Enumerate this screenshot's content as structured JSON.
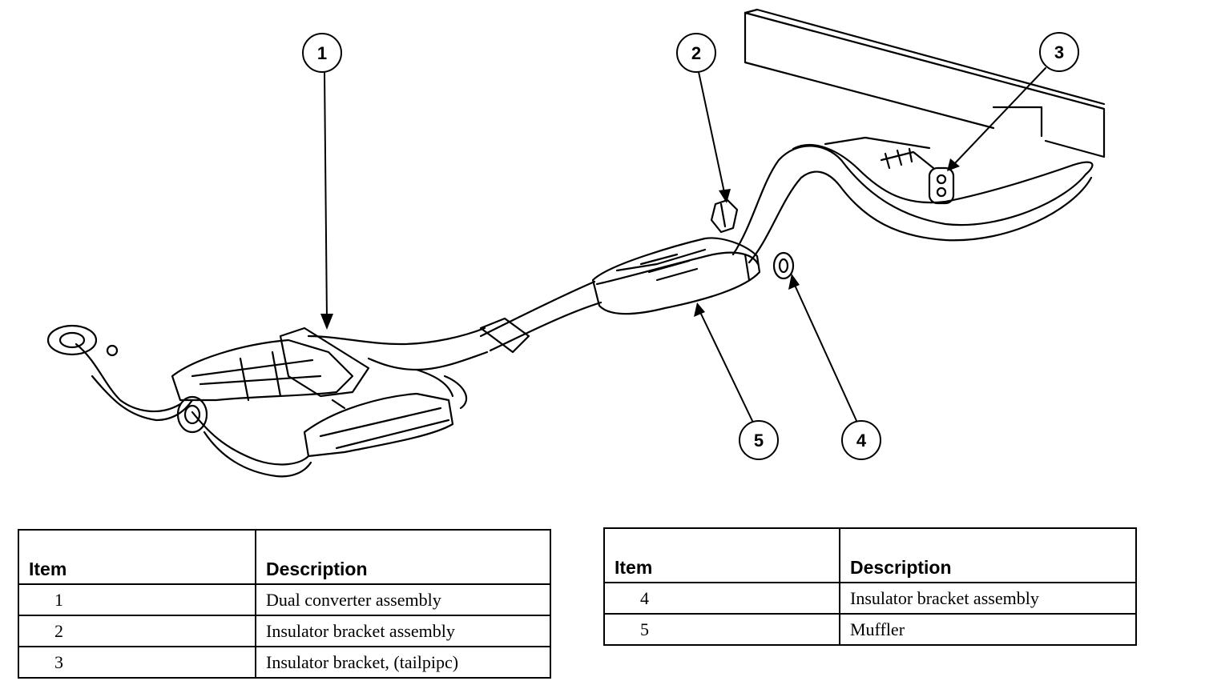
{
  "callouts": [
    {
      "id": "1",
      "label": "1"
    },
    {
      "id": "2",
      "label": "2"
    },
    {
      "id": "3",
      "label": "3"
    },
    {
      "id": "4",
      "label": "4"
    },
    {
      "id": "5",
      "label": "5"
    }
  ],
  "legend_left": {
    "header_item": "Item",
    "header_desc": "Description",
    "rows": [
      {
        "item": "1",
        "desc": "Dual converter assembly"
      },
      {
        "item": "2",
        "desc": "Insulator bracket assembly"
      },
      {
        "item": "3",
        "desc": "Insulator bracket, (tailpipc)"
      }
    ]
  },
  "legend_right": {
    "header_item": "Item",
    "header_desc": "Description",
    "rows": [
      {
        "item": "4",
        "desc": "Insulator bracket assembly"
      },
      {
        "item": "5",
        "desc": "Muffler"
      }
    ]
  }
}
